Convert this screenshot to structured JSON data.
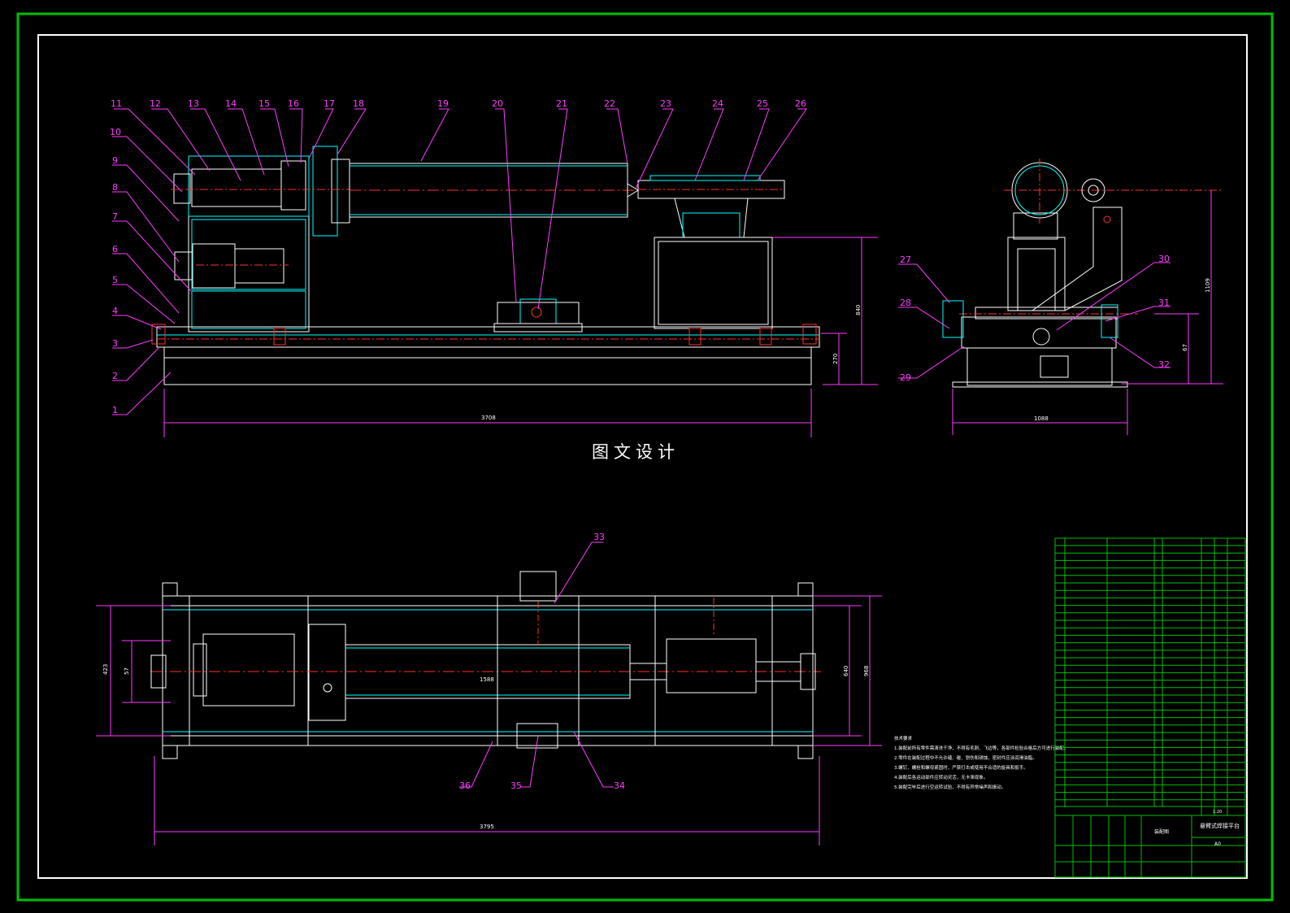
{
  "watermark": "图文设计",
  "front_view": {
    "part_labels_top": [
      "11",
      "12",
      "13",
      "14",
      "15",
      "16",
      "17",
      "18",
      "19",
      "20",
      "21",
      "22",
      "23",
      "24",
      "25",
      "26"
    ],
    "part_labels_left": [
      "10",
      "9",
      "8",
      "7",
      "6",
      "5",
      "4",
      "3",
      "2",
      "1"
    ],
    "dim_length": "3708",
    "dim_height": "840",
    "dim_base": "270"
  },
  "side_view": {
    "part_labels": [
      "27",
      "28",
      "29",
      "30",
      "31",
      "32"
    ],
    "dim_width": "1088",
    "dim_height": "1109",
    "dim_small": "67"
  },
  "plan_view": {
    "part_labels": [
      "33",
      "34",
      "35",
      "36"
    ],
    "dim_length": "3795",
    "dim_inner": "1588",
    "dim_left_outer": "423",
    "dim_left_inner": "57",
    "dim_right_inner": "640",
    "dim_right_outer": "968"
  },
  "notes": {
    "title": "技术要求",
    "lines": [
      "1.装配前所有零件需清洗干净，不得有毛刺、飞边等，各部件检验合格后方可进行装配。",
      "2.零件在装配过程中不允许磕、碰、划伤和锈蚀，密封件应涂润滑油脂。",
      "3.螺钉、螺栓和螺母紧固时，严禁打击或使用不合适的旋具和扳手。",
      "4.装配后各运动部件应转动灵活，无卡滞现象。",
      "5.装配完毕后进行空运转试验，不得有异常噪声和振动。"
    ]
  },
  "title_block": {
    "drawing_title": "悬臂式焊接平台",
    "scale": "1:20",
    "sheet": "A0",
    "material": "装配图"
  }
}
